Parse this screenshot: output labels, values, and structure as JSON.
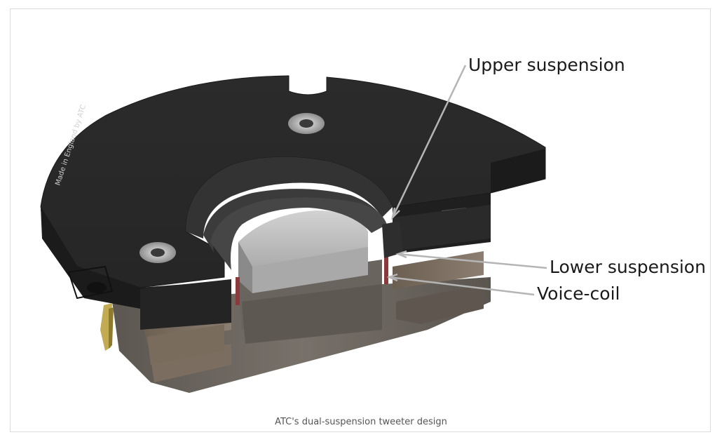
{
  "figure": {
    "labels": {
      "upper_suspension": "Upper suspension",
      "lower_suspension": "Lower suspension",
      "voice_coil": "Voice-coil"
    },
    "engraving": "Made in England by ATC",
    "caption": "ATC's dual-suspension tweeter design"
  },
  "colors": {
    "faceplate": "#2a2a2a",
    "body": "#6e6862",
    "magnet": "#8a7d6f",
    "pole": "#bdbdbd",
    "dome": "#3a3a3a",
    "leader": "#b5b5b5",
    "terminal": "#b8a24a"
  }
}
